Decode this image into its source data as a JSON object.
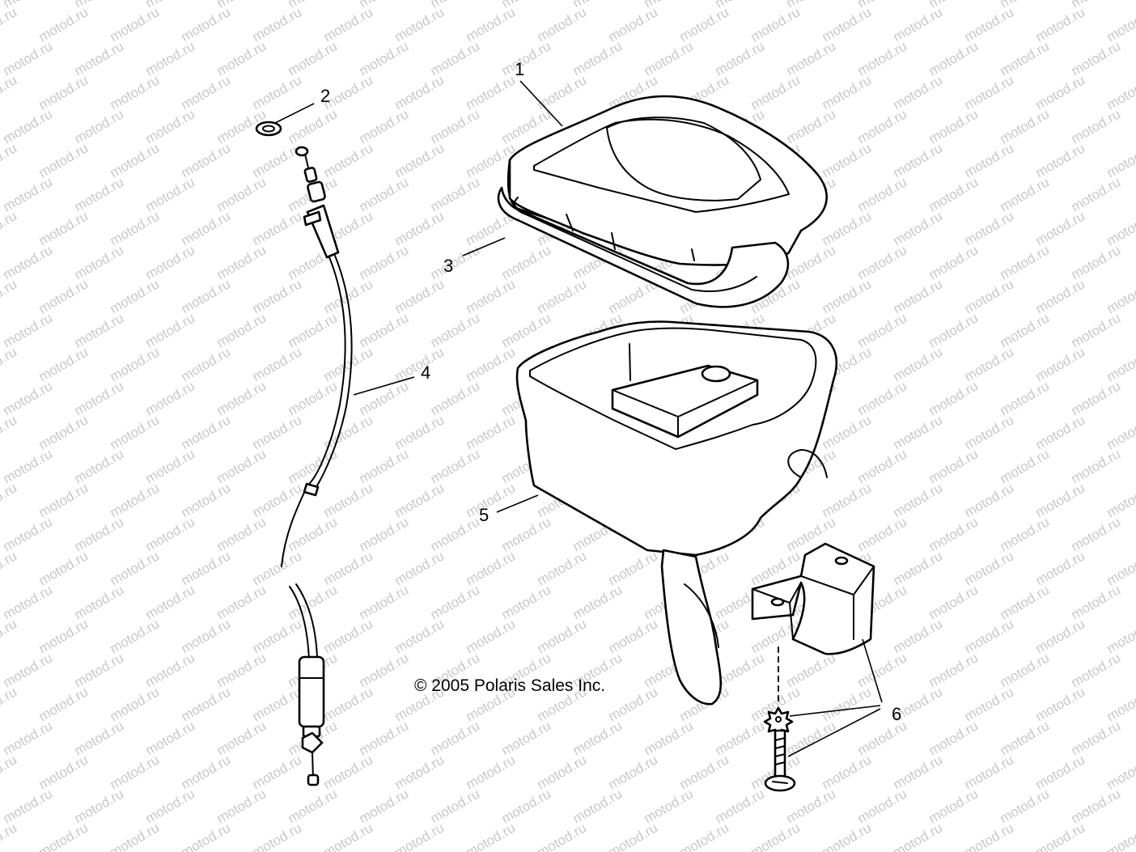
{
  "diagram": {
    "callouts": [
      {
        "id": "1",
        "label": "1"
      },
      {
        "id": "2",
        "label": "2"
      },
      {
        "id": "3",
        "label": "3"
      },
      {
        "id": "4",
        "label": "4"
      },
      {
        "id": "5",
        "label": "5"
      },
      {
        "id": "6",
        "label": "6"
      }
    ],
    "copyright": "© 2005 Polaris Sales Inc.",
    "watermark": {
      "text": "motod.ru",
      "color": "#c8c8c8"
    }
  }
}
